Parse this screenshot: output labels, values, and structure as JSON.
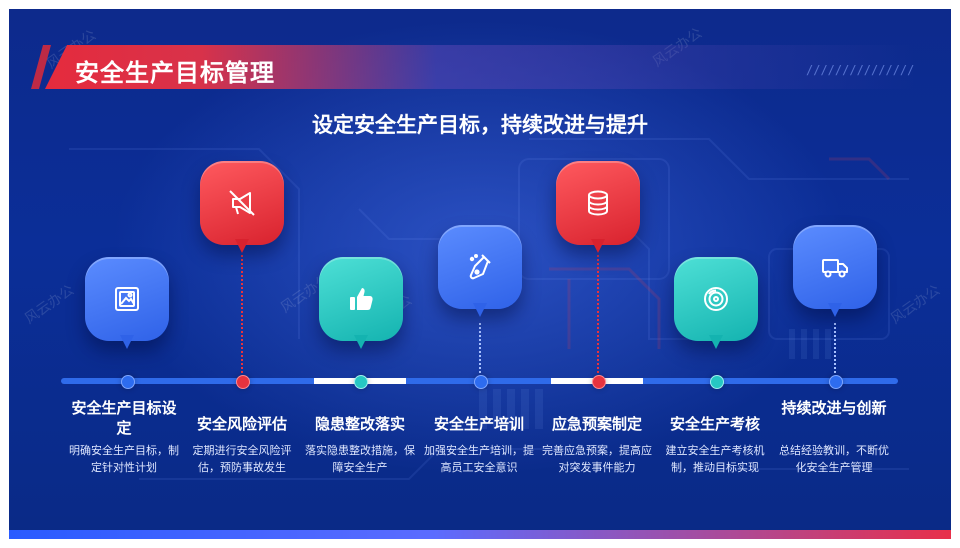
{
  "header": {
    "title": "安全生产目标管理",
    "stripes": "///////////////"
  },
  "subtitle": "设定安全生产目标，持续改进与提升",
  "watermark": "风云办公",
  "colors": {
    "blue": "#2f62e8",
    "red": "#e6333f",
    "teal": "#26c7c3",
    "background": "#0b2e98"
  },
  "steps": [
    {
      "title": "安全生产目标设定",
      "desc": "明确安全生产目标，制定针对性计划",
      "icon": "image-icon",
      "color": "blue"
    },
    {
      "title": "安全风险评估",
      "desc": "定期进行安全风险评估，预防事故发生",
      "icon": "megaphone-icon",
      "color": "red"
    },
    {
      "title": "隐患整改落实",
      "desc": "落实隐患整改措施，保障安全生产",
      "icon": "thumbs-up-icon",
      "color": "teal"
    },
    {
      "title": "安全生产培训",
      "desc": "加强安全生产培训，提高员工安全意识",
      "icon": "flask-icon",
      "color": "blue"
    },
    {
      "title": "应急预案制定",
      "desc": "完善应急预案，提高应对突发事件能力",
      "icon": "database-icon",
      "color": "red"
    },
    {
      "title": "安全生产考核",
      "desc": "建立安全生产考核机制，推动目标实现",
      "icon": "disc-icon",
      "color": "teal"
    },
    {
      "title": "持续改进与创新",
      "desc": "总结经验教训，不断优化安全生产管理",
      "icon": "truck-icon",
      "color": "blue"
    }
  ]
}
